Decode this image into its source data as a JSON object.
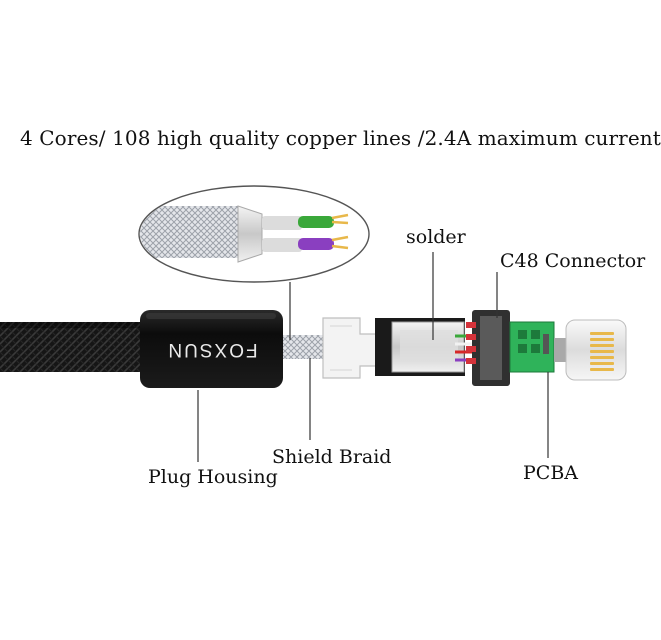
{
  "headline": "4 Cores/ 108 high quality copper lines /2.4A maximum current",
  "labels": {
    "solder": "solder",
    "connector": "C48 Connector",
    "plug_housing": "Plug Housing",
    "shield_braid": "Shield Braid",
    "pcba": "PCBA"
  },
  "brand_logo": "FOXSUN",
  "colors": {
    "cable": "#1a1a1a",
    "housing": "#0d0d0d",
    "braid": "#c9ccd1",
    "wire_green": "#3aa83a",
    "wire_purple": "#8a3fc0",
    "wire_red": "#d62828",
    "wire_white": "#f2f2f2",
    "pcb": "#2fb35a",
    "contact_pins": "#e8b84a"
  }
}
